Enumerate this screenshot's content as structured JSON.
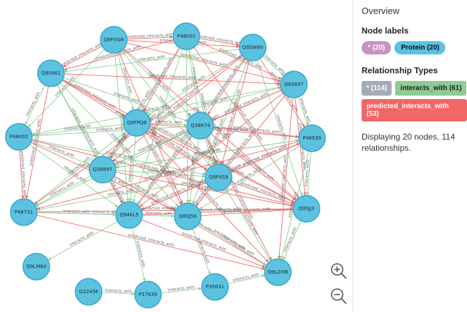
{
  "panel": {
    "title": "Overview",
    "node_labels_title": "Node labels",
    "node_labels": [
      {
        "text": "* (20)",
        "color": "#c990c0"
      },
      {
        "text": "Protein (20)",
        "color": "#5bc2e0"
      }
    ],
    "relationship_types_title": "Relationship Types",
    "relationship_types": [
      {
        "text": "* (114)",
        "color": "#a5abb6"
      },
      {
        "text": "interacts_with (61)",
        "color": "#8dcc93"
      },
      {
        "text": "predicted_interacts_with (53)",
        "color": "#f16667"
      }
    ],
    "display_text": "Displaying 20 nodes, 114 relationships."
  },
  "zoom": {
    "zoom_in_icon": "zoom-in-icon",
    "zoom_out_icon": "zoom-out-icon"
  },
  "colors": {
    "node_fill": "#5bc2e0",
    "interacts_edge": "#8dcc93",
    "predicted_edge": "#f16667"
  },
  "edge_label_samples": [
    "interacts_with",
    "predicted_interacts_with"
  ],
  "nodes": [
    "Q9FXG8",
    "P48001",
    "Q9SW80",
    "Q9SIW1",
    "Q8S897",
    "Q9FPQ8",
    "Q38874",
    "P48002",
    "P46639",
    "Q38897",
    "Q9FVS9",
    "P48731",
    "Q94KL5",
    "Q8SJ56",
    "Q9SJJ3",
    "Q9LM84",
    "O22456",
    "P17639",
    "P35631",
    "Q9LZM8"
  ]
}
